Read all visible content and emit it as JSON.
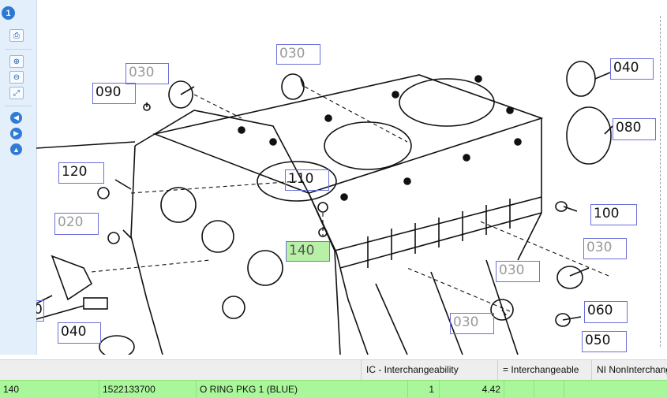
{
  "sidebar": {
    "badge": "1",
    "buttons": [
      "print-icon",
      "zoom-in-icon",
      "zoom-out-icon",
      "fit-icon",
      "back-icon",
      "forward-icon",
      "up-icon"
    ]
  },
  "callouts": [
    {
      "id": "c-030-top",
      "label": "030",
      "style": "gray"
    },
    {
      "id": "c-030-left",
      "label": "030",
      "style": "gray"
    },
    {
      "id": "c-090",
      "label": "090",
      "style": "dark"
    },
    {
      "id": "c-040-right",
      "label": "040",
      "style": "dark"
    },
    {
      "id": "c-080",
      "label": "080",
      "style": "dark"
    },
    {
      "id": "c-120",
      "label": "120",
      "style": "dark"
    },
    {
      "id": "c-110",
      "label": "110",
      "style": "dark"
    },
    {
      "id": "c-020",
      "label": "020",
      "style": "gray"
    },
    {
      "id": "c-140",
      "label": "140",
      "style": "selected"
    },
    {
      "id": "c-100",
      "label": "100",
      "style": "dark"
    },
    {
      "id": "c-030-r1",
      "label": "030",
      "style": "gray"
    },
    {
      "id": "c-030-r2",
      "label": "030",
      "style": "gray"
    },
    {
      "id": "c-0x0",
      "label": "0",
      "style": "dark"
    },
    {
      "id": "c-040-left",
      "label": "040",
      "style": "dark"
    },
    {
      "id": "c-030-bottom",
      "label": "030",
      "style": "gray"
    },
    {
      "id": "c-060",
      "label": "060",
      "style": "dark"
    },
    {
      "id": "c-050",
      "label": "050",
      "style": "dark"
    }
  ],
  "legend": {
    "ic": "IC - Interchangeability",
    "eq": "= Interchangeable",
    "ni": "NI NonInterchangeable"
  },
  "part_row": {
    "ref": "140",
    "part_no": "1522133700",
    "description": "O RING PKG 1 (BLUE)",
    "qty": "1",
    "price": "4.42"
  }
}
